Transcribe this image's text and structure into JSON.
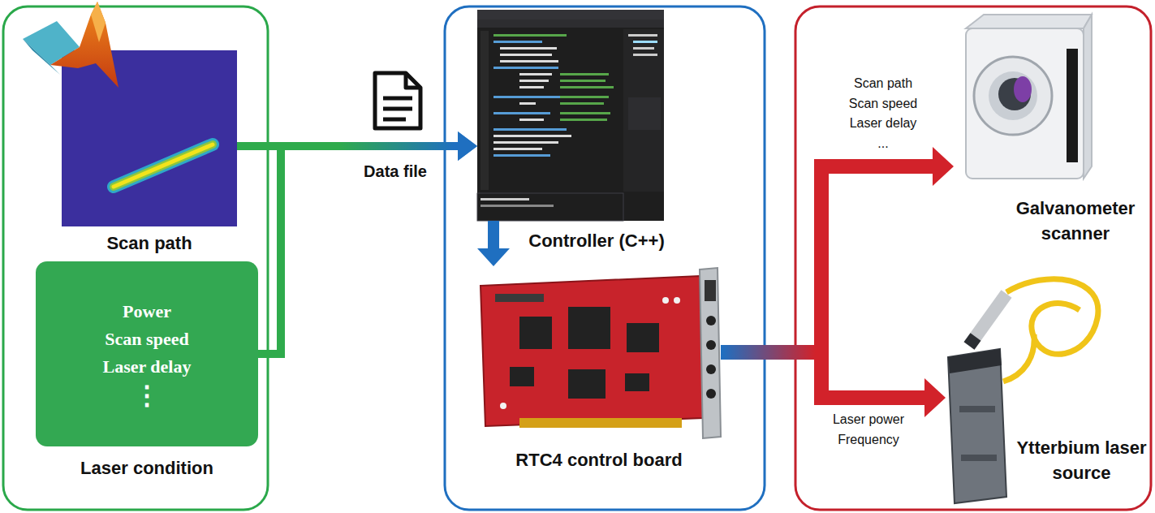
{
  "diagram": {
    "nodes": [
      {
        "text": [
          "Scan path"
        ]
      },
      {
        "text": [
          "Power",
          "Scan speed",
          "Laser delay",
          "⋮",
          "Laser condition"
        ]
      },
      {
        "text": [
          "Controller (C++)"
        ]
      },
      {
        "text": [
          "RTC4 control board"
        ]
      },
      {
        "text": [
          "Galvanometer scanner"
        ]
      },
      {
        "text": [
          "Ytterbium laser source"
        ]
      }
    ],
    "edges": [
      {
        "from": 0,
        "to": 2,
        "arrow": "to",
        "label": "Data file"
      },
      {
        "from": 1,
        "to": 2,
        "arrow": "to"
      },
      {
        "from": 2,
        "to": 3,
        "arrow": "to"
      },
      {
        "from": 3,
        "to": 4,
        "arrow": "to",
        "label": "Scan path Scan speed Laser delay ..."
      },
      {
        "from": 3,
        "to": 5,
        "arrow": "to",
        "label": "Laser power Frequency"
      }
    ]
  }
}
